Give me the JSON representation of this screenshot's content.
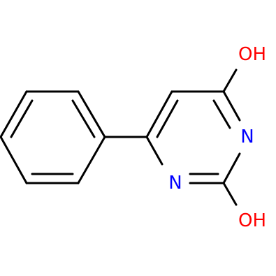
{
  "molecule": {
    "atoms": {
      "hydroxyl_top": {
        "text": "OH",
        "color": "#ff0000"
      },
      "nitrogen_right": {
        "text": "N",
        "color": "#0000ff"
      },
      "nitrogen_left": {
        "text": "N",
        "color": "#0000ff"
      },
      "hydroxyl_bottom": {
        "text": "OH",
        "color": "#ff0000"
      }
    },
    "bond_color": "#000000"
  }
}
